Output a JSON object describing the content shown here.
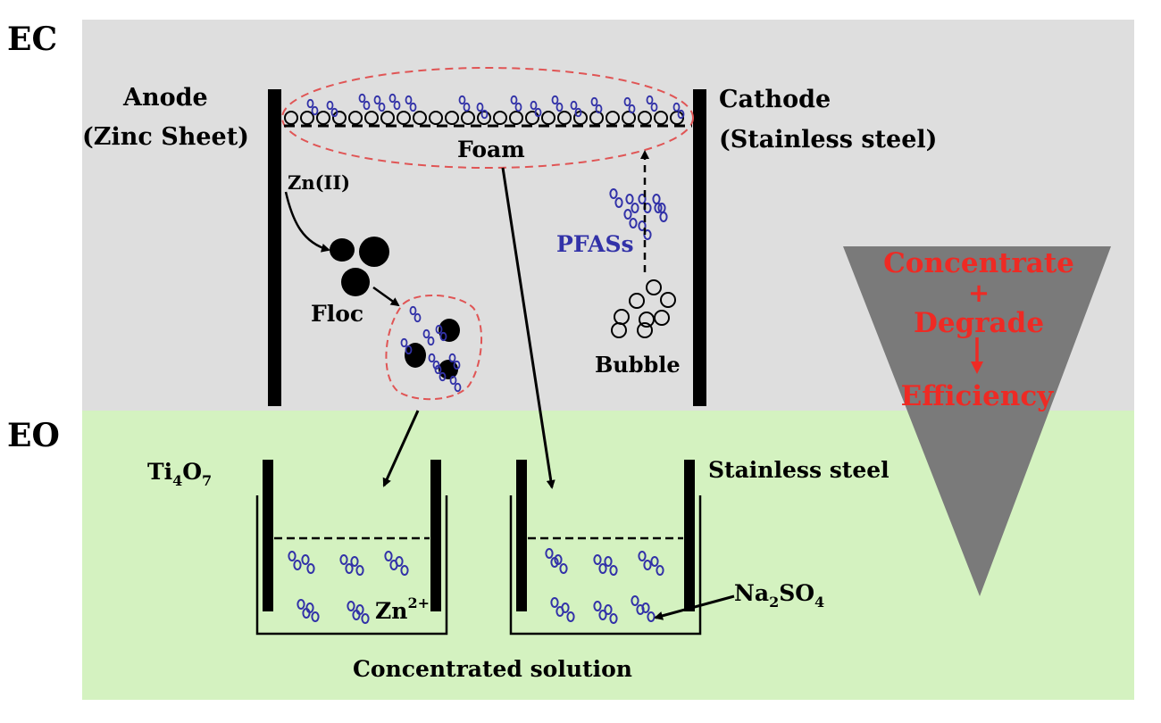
{
  "sections": {
    "ec": "EC",
    "eo": "EO"
  },
  "electrodes": {
    "anode_line1": "Anode",
    "anode_line2": "(Zinc Sheet)",
    "cathode_line1": "Cathode",
    "cathode_line2": "(Stainless steel)"
  },
  "labels": {
    "foam": "Foam",
    "zn_ii": "Zn(II)",
    "floc": "Floc",
    "pfass": "PFASs",
    "bubble": "Bubble",
    "ti4o7_base": "Ti",
    "ti4o7_sub1": "4",
    "ti4o7_mid": "O",
    "ti4o7_sub2": "7",
    "stainless_steel": "Stainless steel",
    "zn2_base": "Zn",
    "zn2_sup": "2+",
    "na2so4_a": "Na",
    "na2so4_s1": "2",
    "na2so4_b": "SO",
    "na2so4_s2": "4",
    "concentrated_solution": "Concentrated solution"
  },
  "funnel": {
    "line1": "Concentrate",
    "plus": "+",
    "line2": "Degrade",
    "line3": "Efficiency"
  },
  "colors": {
    "ec_background": "#dedede",
    "eo_background": "#d4f2c0",
    "pfas_blue": "#3232a8",
    "highlight_red": "#ee2a24",
    "funnel_gray": "#7a7a7a",
    "dashed_red": "#e05555"
  }
}
